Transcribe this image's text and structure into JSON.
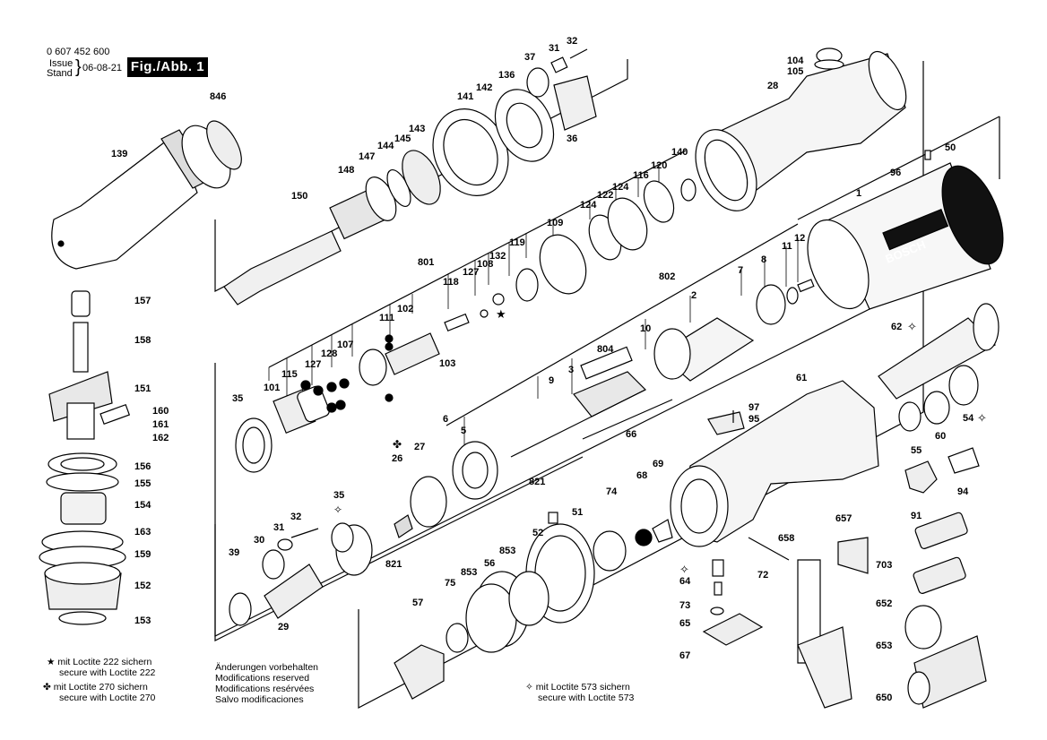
{
  "header": {
    "part_number": "0 607 452 600",
    "issue_label": "Issue",
    "stand_label": "Stand",
    "date": "06-08-21",
    "figure": "Fig./Abb. 1"
  },
  "brand_label": "BOSCH",
  "notes": {
    "loctite222_line1": "mit Loctite 222 sichern",
    "loctite222_line2": "secure with Loctite 222",
    "loctite270_line1": "mit Loctite 270 sichern",
    "loctite270_line2": "secure with Loctite 270",
    "changes_de": "Änderungen vorbehalten",
    "changes_en": "Modifications reserved",
    "changes_fr": "Modifications resérvées",
    "changes_es": "Salvo modificaciones",
    "loctite573_line1": "mit Loctite 573 sichern",
    "loctite573_line2": "secure with Loctite 573"
  },
  "part_labels": {
    "p846": "846",
    "p139": "139",
    "p157": "157",
    "p158": "158",
    "p151": "151",
    "p160": "160",
    "p161": "161",
    "p162": "162",
    "p156": "156",
    "p155": "155",
    "p154": "154",
    "p163": "163",
    "p159": "159",
    "p152": "152",
    "p153": "153",
    "p150": "150",
    "p148": "148",
    "p147": "147",
    "p144": "144",
    "p145": "145",
    "p143": "143",
    "p141": "141",
    "p142": "142",
    "p136": "136",
    "p37": "37",
    "p31a": "31",
    "p32a": "32",
    "p36": "36",
    "p28": "28",
    "p104": "104",
    "p105": "105",
    "p50": "50",
    "p96": "96",
    "p1": "1",
    "p140": "140",
    "p120": "120",
    "p116": "116",
    "p124a": "124",
    "p122": "122",
    "p124b": "124",
    "p109": "109",
    "p119": "119",
    "p132": "132",
    "p108": "108",
    "p127a": "127",
    "p801": "801",
    "p118": "118",
    "p102": "102",
    "p111": "111",
    "p107": "107",
    "p128": "128",
    "p127b": "127",
    "p115": "115",
    "p101": "101",
    "p103": "103",
    "p35a": "35",
    "p802": "802",
    "p2": "2",
    "p7": "7",
    "p8": "8",
    "p11": "11",
    "p12": "12",
    "p804": "804",
    "p10": "10",
    "p3": "3",
    "p9": "9",
    "p6": "6",
    "p5": "5",
    "p66": "66",
    "p821a": "821",
    "p27": "27",
    "p26": "26",
    "p35b": "35",
    "p31b": "31",
    "p32b": "32",
    "p30": "30",
    "p39": "39",
    "p29": "29",
    "p821b": "821",
    "p62": "62",
    "p55": "55",
    "p60": "60",
    "p54": "54",
    "p61": "61",
    "p97": "97",
    "p95": "95",
    "p94": "94",
    "p91": "91",
    "p68": "68",
    "p69": "69",
    "p74": "74",
    "p51": "51",
    "p52": "52",
    "p853a": "853",
    "p56": "56",
    "p853b": "853",
    "p75": "75",
    "p57": "57",
    "p64": "64",
    "p73": "73",
    "p65": "65",
    "p67": "67",
    "p72": "72",
    "p658": "658",
    "p657": "657",
    "p703": "703",
    "p652": "652",
    "p653": "653",
    "p650": "650"
  }
}
